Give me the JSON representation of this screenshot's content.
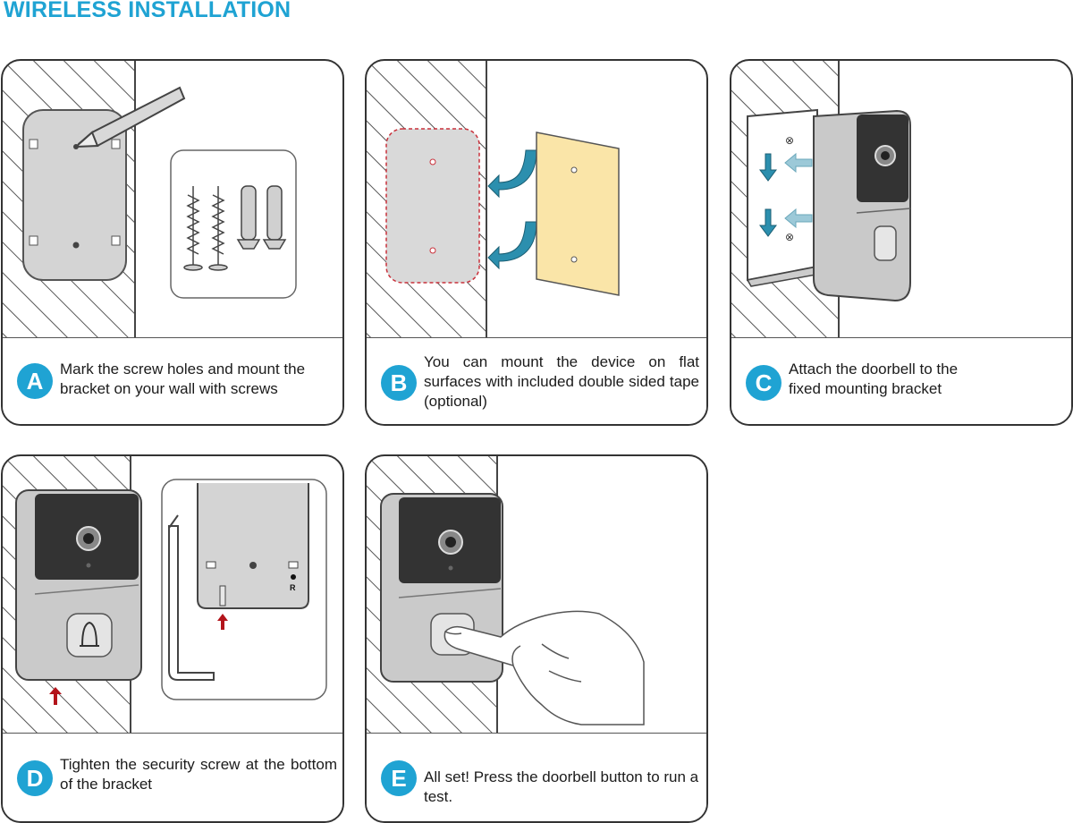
{
  "heading": "WIRELESS INSTALLATION",
  "steps": [
    {
      "letter": "A",
      "text": "Mark the screw holes and mount the bracket on your wall with screws"
    },
    {
      "letter": "B",
      "text": "You can mount the device on flat surfaces with included double sided tape (optional)"
    },
    {
      "letter": "C",
      "text": "Attach the doorbell to the fixed mounting bracket"
    },
    {
      "letter": "D",
      "text": "Tighten the security screw at the bottom of the bracket"
    },
    {
      "letter": "E",
      "text": "All set! Press the doorbell button to run a test."
    }
  ],
  "reset_label": "R",
  "colors": {
    "accent": "#1fa3d3",
    "tape": "#fae5a8",
    "arrow_teal": "#2c8fae",
    "arrow_red": "#b3141b",
    "device_gray": "#c9c9c9"
  }
}
